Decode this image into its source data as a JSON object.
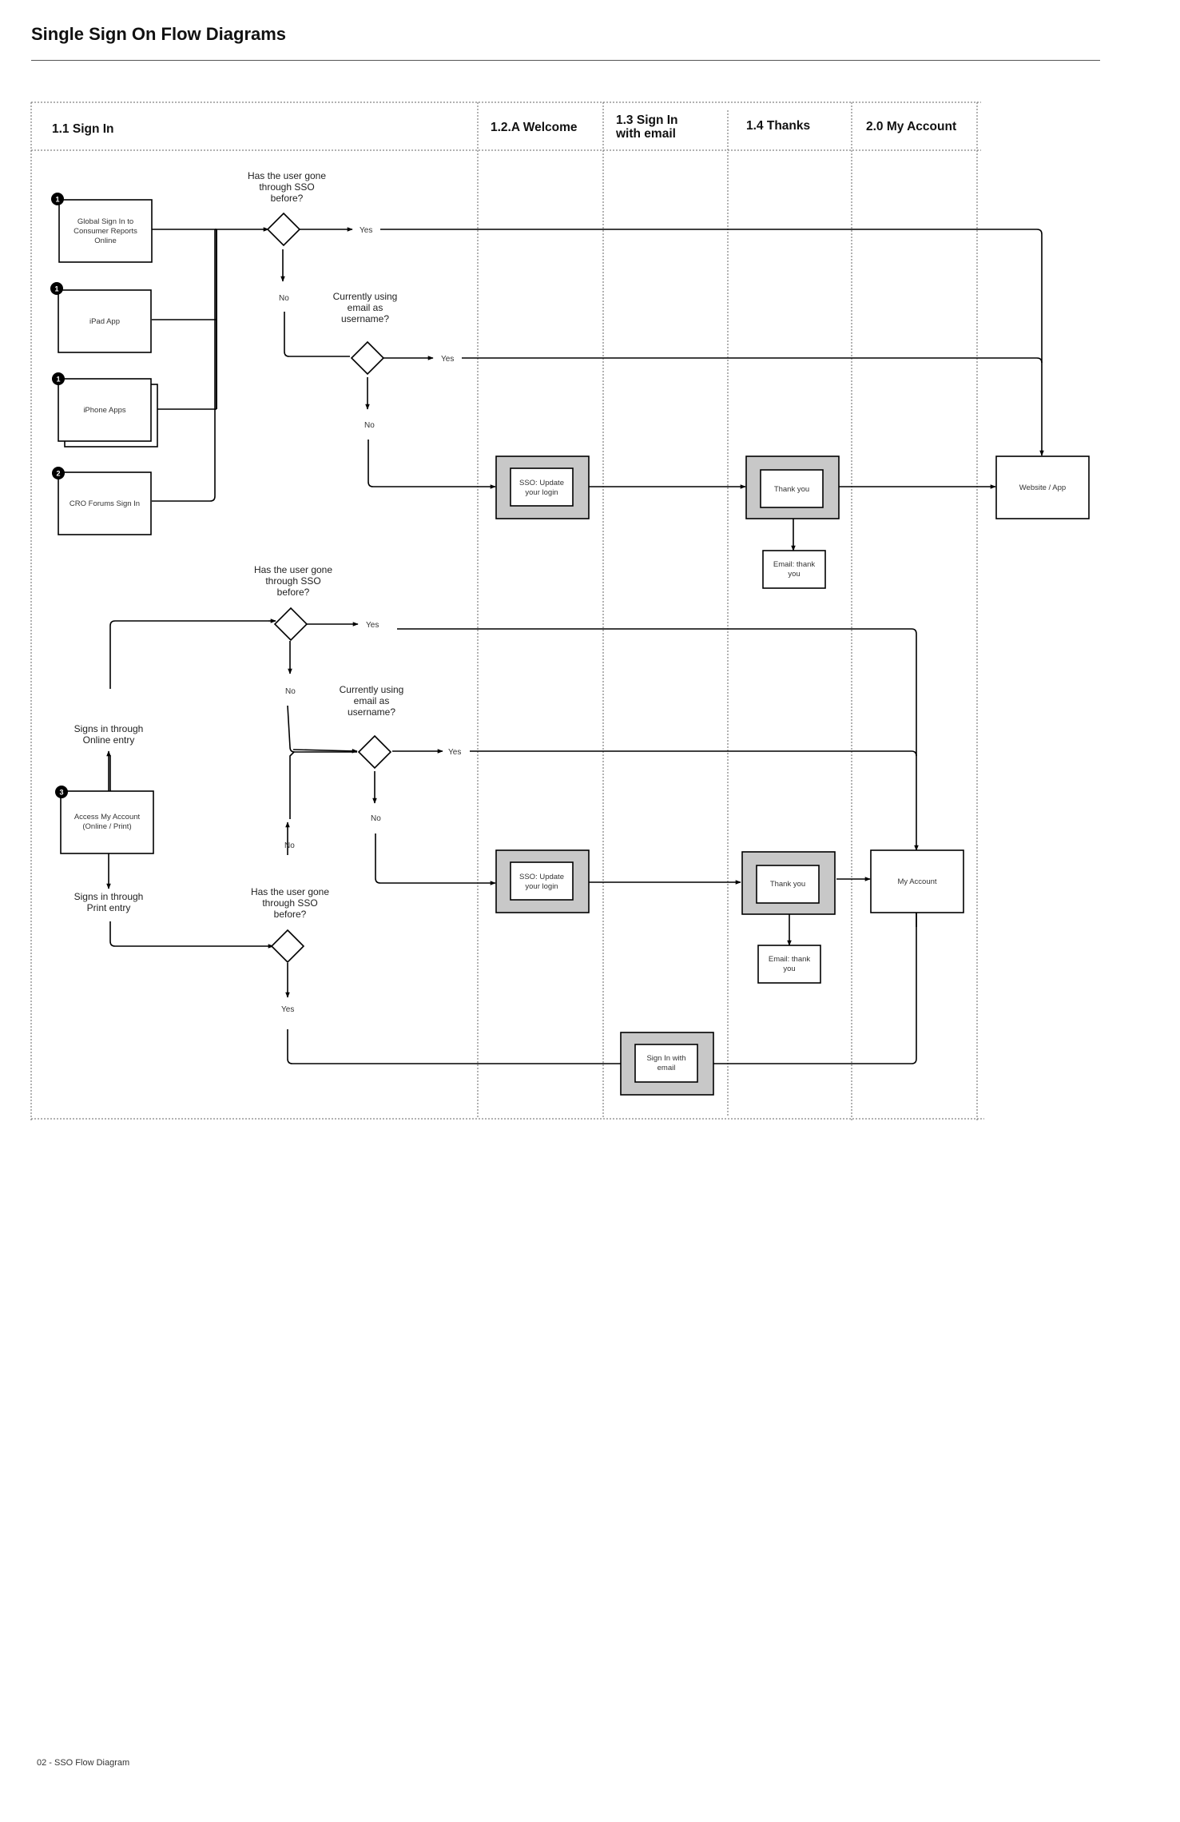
{
  "page": {
    "title": "Single Sign On Flow Diagrams",
    "footer": "02 - SSO Flow Diagram"
  },
  "lanes": [
    "1.1 Sign In",
    "1.2.A Welcome",
    "1.3 Sign In",
    "with email",
    "1.4 Thanks",
    "2.0 My Account"
  ],
  "sources": {
    "global": [
      "Global Sign In to",
      "Consumer Reports",
      "Online"
    ],
    "ipad": "iPad App",
    "iphone": "iPhone Apps",
    "forums": "CRO Forums Sign In",
    "account": [
      "Access My Account",
      "(Online / Print)"
    ],
    "badges": [
      "1",
      "1",
      "1",
      "2",
      "3"
    ]
  },
  "questions": {
    "sso": [
      "Has the user gone",
      "through SSO",
      "before?"
    ],
    "email": [
      "Currently using",
      "email as",
      "username?"
    ]
  },
  "labels": {
    "yes": "Yes",
    "no": "No"
  },
  "entries": {
    "online": [
      "Signs in through",
      "Online entry"
    ],
    "print": [
      "Signs in through",
      "Print entry"
    ]
  },
  "steps": {
    "update": [
      "SSO: Update",
      "your login"
    ],
    "thank": "Thank you",
    "email_thank": [
      "Email: thank",
      "you"
    ],
    "website": "Website / App",
    "my_account": "My Account",
    "signin_email": [
      "Sign In with",
      "email"
    ]
  }
}
